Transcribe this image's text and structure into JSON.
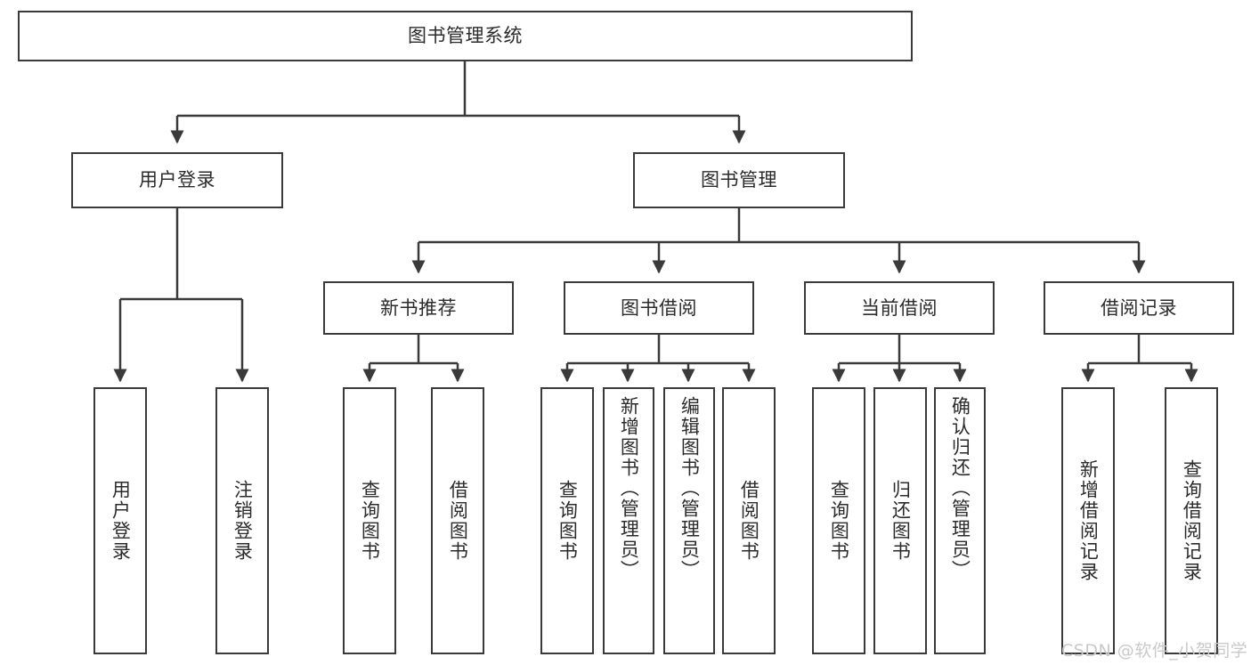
{
  "diagram": {
    "title": "图书管理系统",
    "type": "tree-structure-chart",
    "root": {
      "label": "图书管理系统"
    },
    "level2": [
      {
        "label": "用户登录"
      },
      {
        "label": "图书管理"
      }
    ],
    "level3": [
      {
        "label": "新书推荐"
      },
      {
        "label": "图书借阅"
      },
      {
        "label": "当前借阅"
      },
      {
        "label": "借阅记录"
      }
    ],
    "leaves": {
      "user_login": [
        {
          "label": "用户登录"
        },
        {
          "label": "注销登录"
        }
      ],
      "new_book_recommend": [
        {
          "label": "查询图书"
        },
        {
          "label": "借阅图书"
        }
      ],
      "book_borrow": [
        {
          "label": "查询图书"
        },
        {
          "label": "新增图书（管理员）"
        },
        {
          "label": "编辑图书（管理员）"
        },
        {
          "label": "借阅图书"
        }
      ],
      "current_borrow": [
        {
          "label": "查询图书"
        },
        {
          "label": "归还图书"
        },
        {
          "label": "确认归还（管理员）"
        }
      ],
      "borrow_record": [
        {
          "label": "新增借阅记录"
        },
        {
          "label": "查询借阅记录"
        }
      ]
    }
  },
  "watermark": {
    "text": "CSDN @软件_小贺同学"
  },
  "colors": {
    "stroke": "#3a3a3a",
    "text": "#2b2b2b",
    "background": "#ffffff",
    "watermark": "#c9c9c9"
  }
}
